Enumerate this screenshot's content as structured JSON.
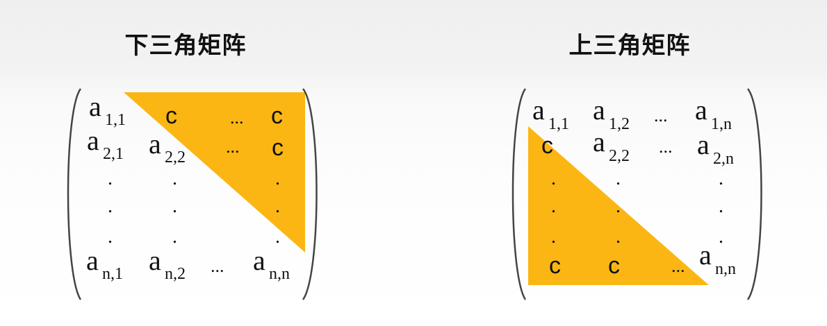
{
  "titles": {
    "lower": "下三角矩阵",
    "upper": "上三角矩阵"
  },
  "colors": {
    "fill": "#FBB614",
    "bracket": "#444444",
    "text": "#111111"
  },
  "lower_matrix": {
    "a": "a",
    "c": "c",
    "ellipsis": "...",
    "dot": ".",
    "subscripts": {
      "r1c1": "1,1",
      "r2c1": "2,1",
      "r2c2": "2,2",
      "rnc1": "n,1",
      "rnc2": "n,2",
      "rncn": "n,n"
    }
  },
  "upper_matrix": {
    "a": "a",
    "c": "c",
    "ellipsis": "...",
    "dot": ".",
    "subscripts": {
      "r1c1": "1,1",
      "r1c2": "1,2",
      "r1cn": "1,n",
      "r2c2": "2,2",
      "r2cn": "2,n",
      "rncn": "n,n"
    }
  }
}
